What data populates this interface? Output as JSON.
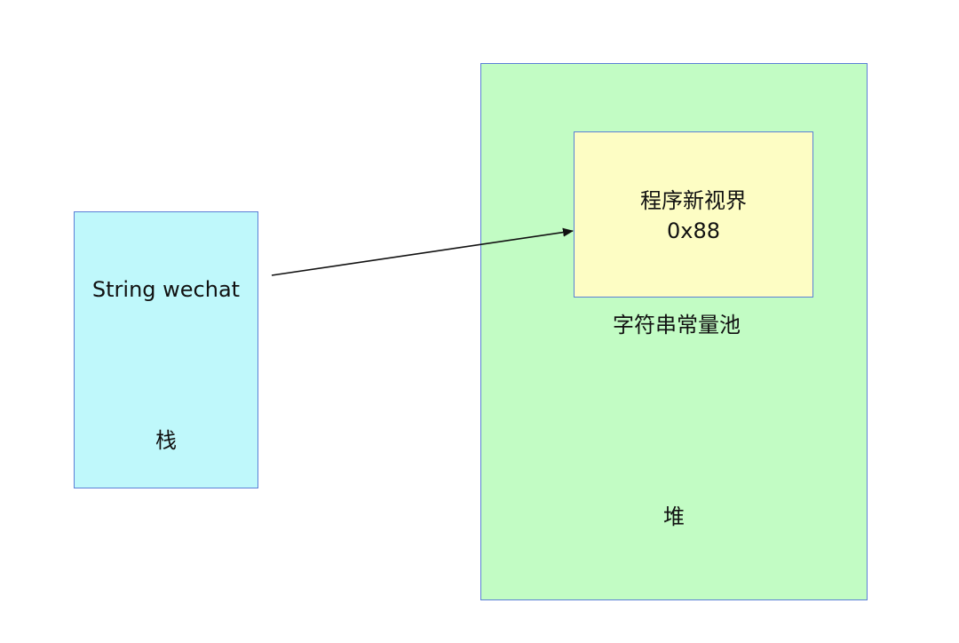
{
  "stack": {
    "variable_label": "String wechat",
    "region_label": "栈",
    "fill_color": "#bff8fb"
  },
  "heap": {
    "region_label": "堆",
    "fill_color": "#c2fcc4"
  },
  "string_pool": {
    "region_label": "字符串常量池",
    "value": "程序新视界",
    "address": "0x88",
    "fill_color": "#fdfdc4"
  },
  "colors": {
    "border": "#5b7fd6",
    "arrow": "#111111"
  }
}
